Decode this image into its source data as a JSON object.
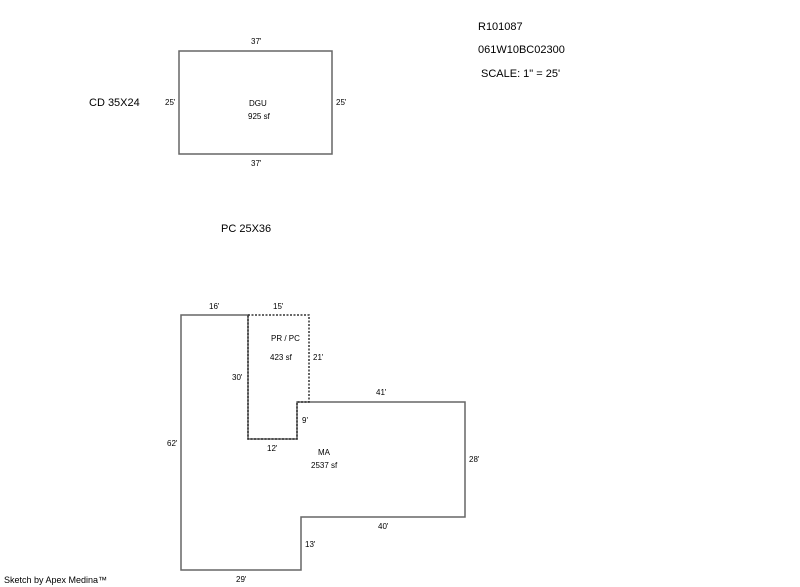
{
  "header": {
    "parcel_id": "R101087",
    "map_number": "061W10BC02300",
    "scale": "SCALE: 1\" = 25'"
  },
  "cd_label": "CD 35X24",
  "pc_label": "PC  25X36",
  "garage": {
    "name": "DGU",
    "area": "925 sf",
    "top": "37'",
    "bottom": "37'",
    "left": "25'",
    "right": "25'"
  },
  "porch": {
    "name": "PR / PC",
    "area": "423 sf",
    "top": "15'",
    "right": "21'",
    "left": "30'",
    "bottom": "12'",
    "step": "9'"
  },
  "main": {
    "name": "MA",
    "area": "2537 sf",
    "top_left": "16'",
    "left": "62'",
    "top_right": "41'",
    "right": "28'",
    "bottom_right": "40'",
    "step": "13'",
    "bottom": "29'"
  },
  "footer": "Sketch by Apex Medina™"
}
